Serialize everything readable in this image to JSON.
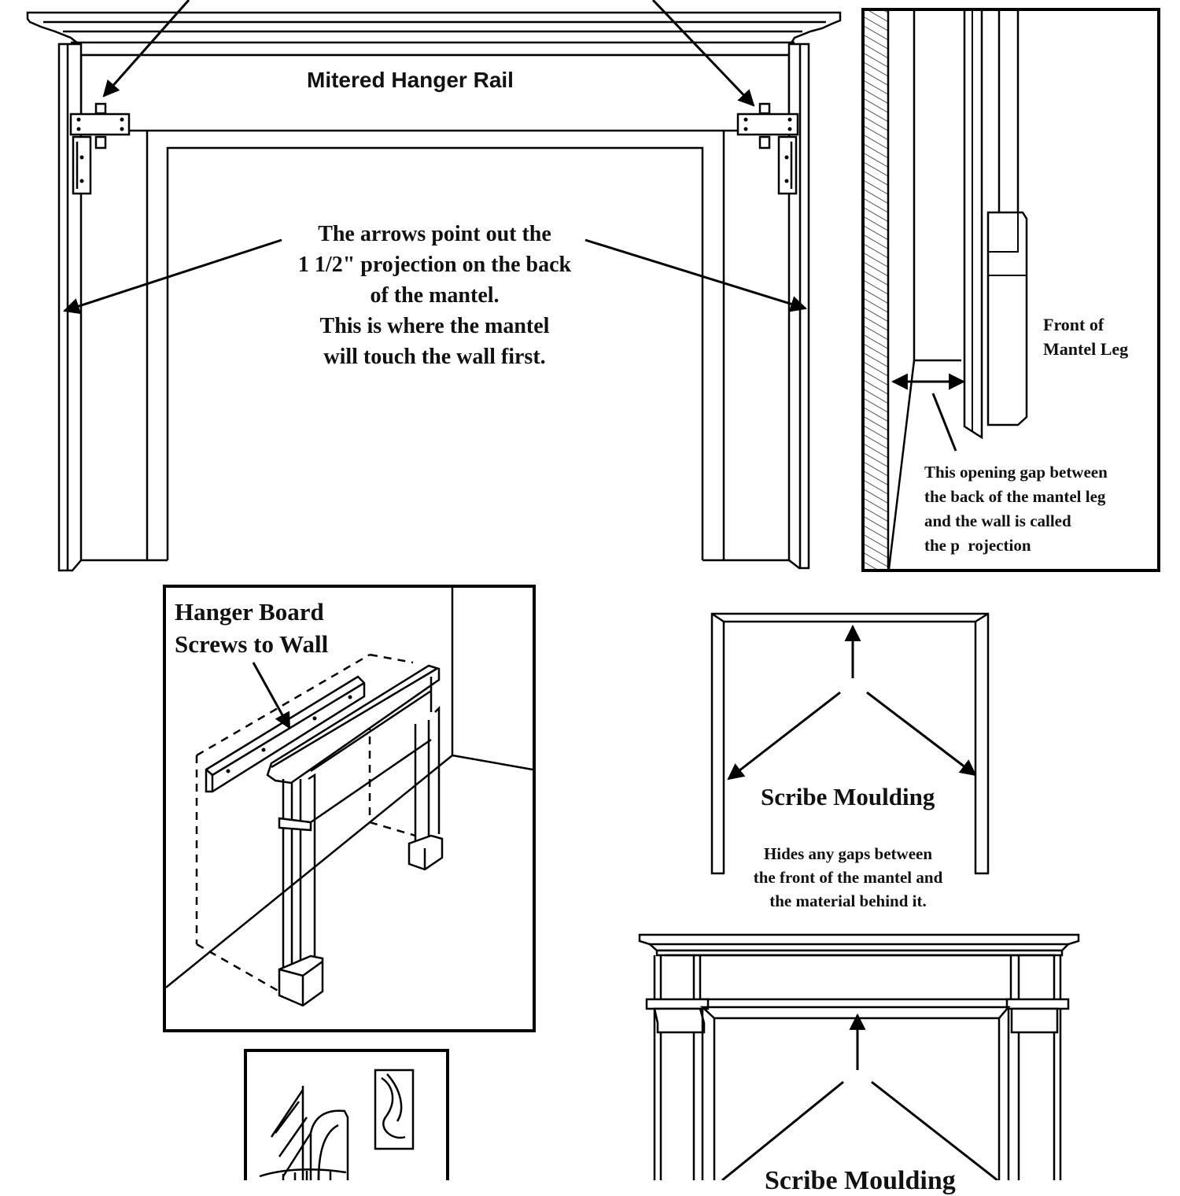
{
  "labels": {
    "mitered_rail": "Mitered Hanger Rail",
    "projection_arrow_text": [
      "The arrows point out the",
      "1 1/2\" projection on the back",
      "of the mantel.",
      "This is where the mantel",
      "will touch the wall first."
    ],
    "front_of_mantel_leg": [
      "Front of",
      "Mantel Leg"
    ],
    "opening_gap_text": [
      "This opening gap between",
      "the back of the mantel leg",
      "and the wall is called",
      "the p  rojection"
    ],
    "hanger_board_title": [
      "Hanger Board",
      "Screws to Wall"
    ],
    "scribe_moulding_title": "Scribe Moulding",
    "scribe_moulding_text": [
      "Hides any gaps between",
      "the front of the mantel and",
      "the material behind it."
    ],
    "scribe_moulding_partial": "Scribe Moulding"
  }
}
